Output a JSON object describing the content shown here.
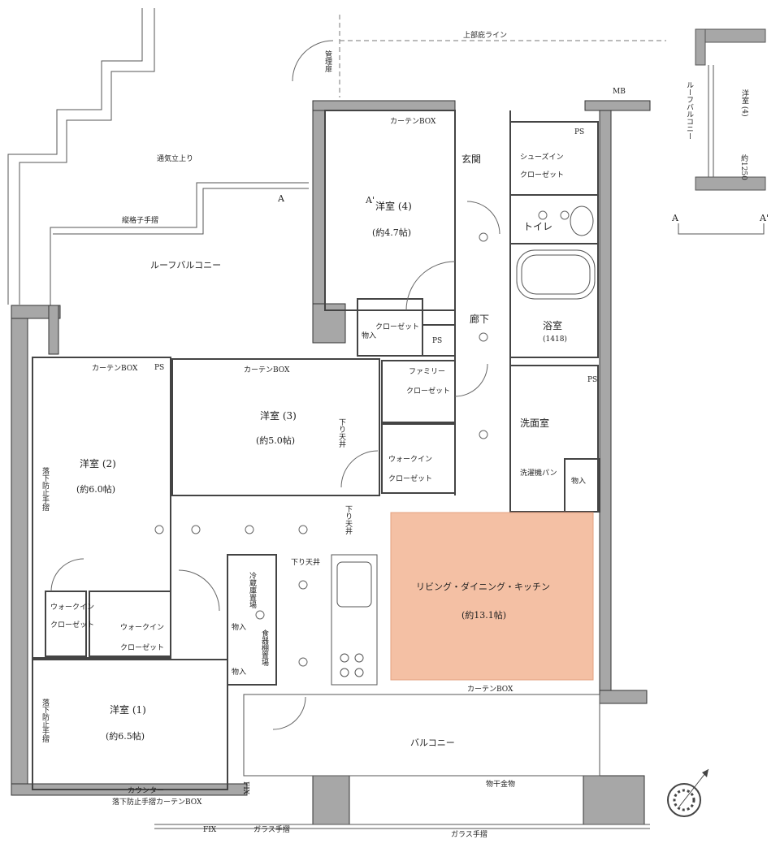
{
  "rooms": {
    "western4": {
      "name": "洋室 (4)",
      "size": "(約4.7帖)"
    },
    "western3": {
      "name": "洋室 (3)",
      "size": "(約5.0帖)"
    },
    "western2": {
      "name": "洋室 (2)",
      "size": "(約6.0帖)"
    },
    "western1": {
      "name": "洋室 (1)",
      "size": "(約6.5帖)"
    },
    "ldk": {
      "name": "リビング・ダイニング・キッチン",
      "size": "(約13.1帖)"
    },
    "bath": {
      "name": "浴室",
      "size": "(1418)"
    },
    "entrance": "玄関",
    "hallway": "廊下",
    "toilet": "トイレ",
    "washroom": "洗面室",
    "balcony": "バルコニー",
    "roof_balcony": "ルーフバルコニー"
  },
  "storage": {
    "shoes_in": "シューズイン",
    "closet": "クローゼット",
    "walk_in": "ウォークイン",
    "family": "ファミリー",
    "mono": "物入",
    "ps": "PS",
    "mb": "MB",
    "fridge": "冷蔵庫置場",
    "pantry": "食器棚置場",
    "washer": "洗濯機パン"
  },
  "labels": {
    "upper_eave": "上部庇ライン",
    "mgmt_door": "管理扉",
    "vent": "通気立上り",
    "lattice_rail": "縦格子手摺",
    "curtain_box": "カーテンBOX",
    "drop_ceiling": "下り天井",
    "counter": "カウンター",
    "fall_rail_curtain": "落下防止手摺カーテンBOX",
    "fall_rail": "落下防止手摺",
    "glass_rail": "ガラス手摺",
    "fix": "FIX",
    "dryer": "物干金物",
    "section_a": "A",
    "section_a2": "A'"
  },
  "inset": {
    "roof": "ルーフバルコニー",
    "room": "洋室 (4)",
    "dim": "約1250"
  },
  "colors": {
    "ldk_fill": "#f4c0a4",
    "wall": "#a7a7a7",
    "line": "#333333"
  }
}
